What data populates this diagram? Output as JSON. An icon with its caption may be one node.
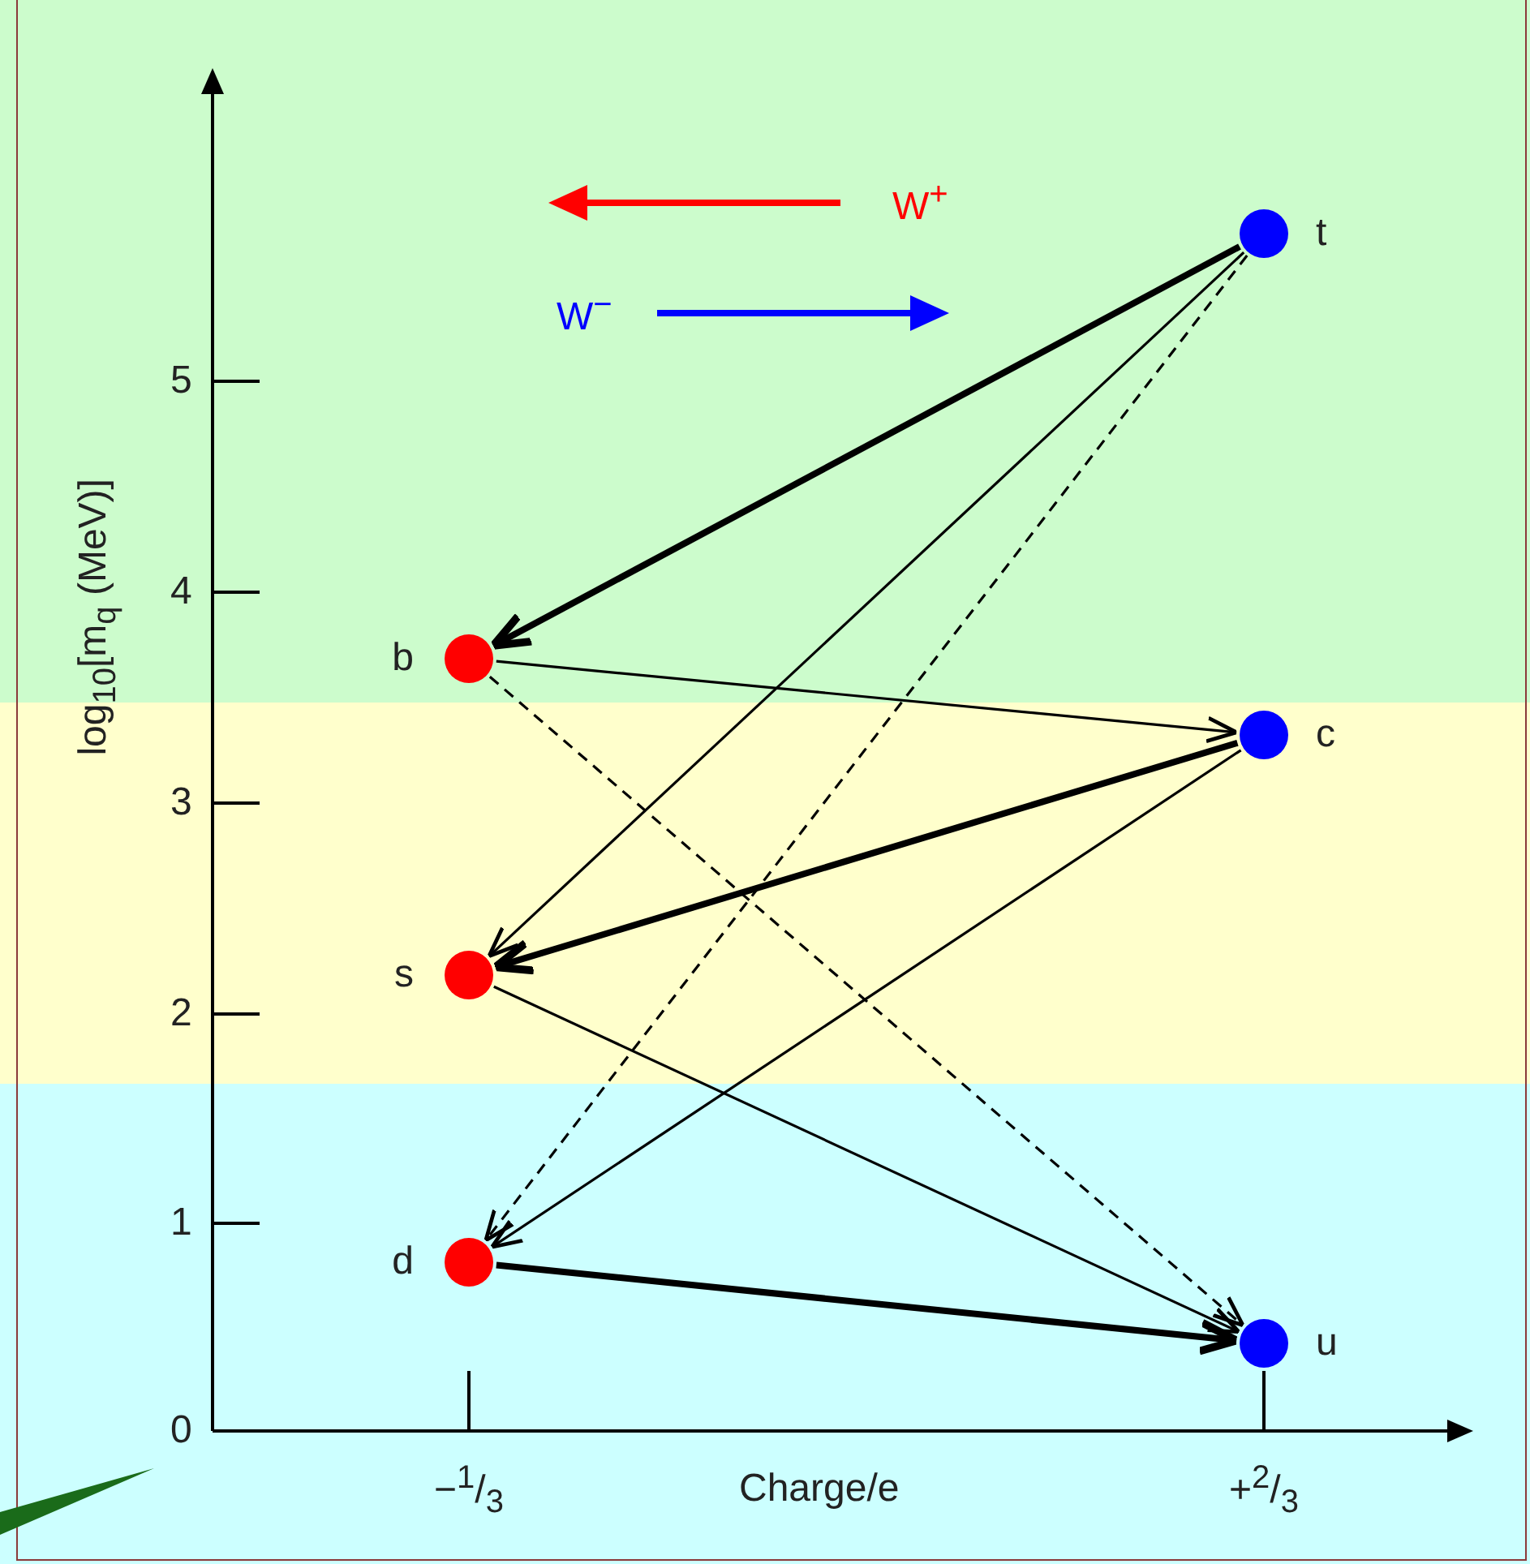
{
  "diagram": {
    "nodes": [
      {
        "text": [],
        "shape": "circle",
        "beside": [
          "t"
        ]
      },
      {
        "text": [],
        "shape": "circle",
        "beside": [
          "b"
        ]
      },
      {
        "text": [],
        "shape": "circle",
        "beside": [
          "c"
        ]
      },
      {
        "text": [],
        "shape": "circle",
        "beside": [
          "s"
        ]
      },
      {
        "text": [],
        "shape": "circle",
        "beside": [
          "d"
        ]
      },
      {
        "text": [],
        "shape": "circle",
        "beside": [
          "u"
        ]
      }
    ],
    "edges": [
      {
        "from": 0,
        "to": 1,
        "arrow": "to",
        "style": "thick"
      },
      {
        "from": 0,
        "to": 3,
        "arrow": "to"
      },
      {
        "from": 0,
        "to": 4,
        "arrow": "to",
        "style": "dashed"
      },
      {
        "from": 1,
        "to": 2,
        "arrow": "to"
      },
      {
        "from": 1,
        "to": 5,
        "arrow": "to",
        "style": "dashed"
      },
      {
        "from": 2,
        "to": 3,
        "arrow": "to",
        "style": "thick"
      },
      {
        "from": 2,
        "to": 4,
        "arrow": "to"
      },
      {
        "from": 3,
        "to": 5,
        "arrow": "to"
      },
      {
        "from": 4,
        "to": 5,
        "arrow": "to",
        "style": "thick"
      }
    ],
    "labels": [
      "log$_{10}$[m$_{q}$ (MeV)]",
      "5",
      "4",
      "3",
      "2",
      "1",
      "0",
      "−$^{1}$/$_{3}$",
      "Charge/e",
      "+$^{2}$/$_{3}$"
    ],
    "legend": [
      {
        "text": "W$^{+}$"
      },
      {
        "text": "W$^{−}$"
      }
    ]
  }
}
